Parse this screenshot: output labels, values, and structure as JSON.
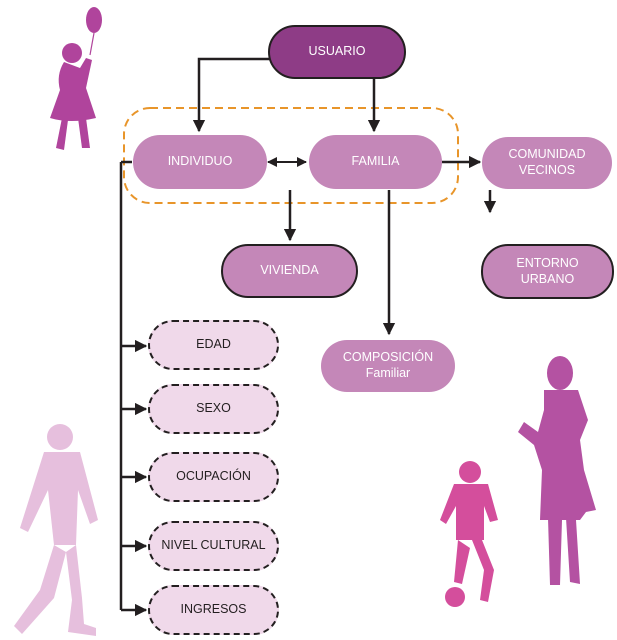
{
  "colors": {
    "primary": "#8e3c86",
    "secondary": "#c487b8",
    "light": "#f0d9ea",
    "highlight_border": "#e8952a",
    "line": "#231f20",
    "silhouette_girl": "#b0449c",
    "silhouette_man": "#e6bfdd",
    "silhouette_woman": "#b452a2",
    "silhouette_boy": "#d44e9c"
  },
  "nodes": {
    "usuario": "USUARIO",
    "individuo": "INDIVIDUO",
    "familia": "FAMILIA",
    "comunidad_line1": "COMUNIDAD",
    "comunidad_line2": "VECINOS",
    "vivienda": "VIVIENDA",
    "entorno_line1": "ENTORNO",
    "entorno_line2": "URBANO",
    "composicion_line1": "COMPOSICIÓN",
    "composicion_line2": "Familiar"
  },
  "attributes": [
    "EDAD",
    "SEXO",
    "OCUPACIÓN",
    "NIVEL CULTURAL",
    "INGRESOS"
  ],
  "decorations": [
    "girl-with-balloon-silhouette",
    "walking-man-silhouette",
    "woman-silhouette",
    "boy-with-ball-silhouette"
  ]
}
